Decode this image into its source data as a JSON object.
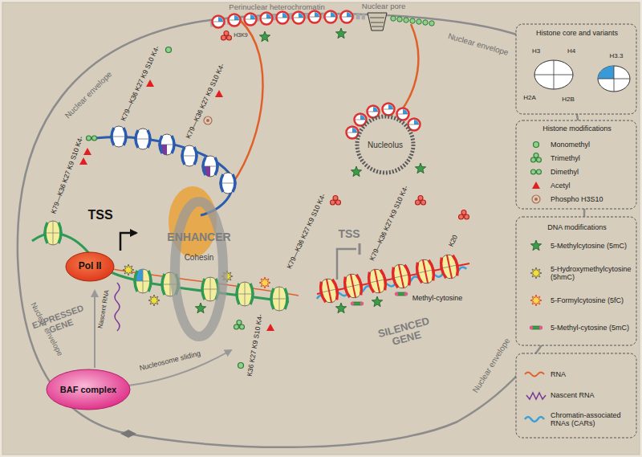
{
  "diagram": {
    "nodes": [
      {
        "text": [
          "Nucleolus"
        ]
      },
      {
        "text": [
          "Pol II"
        ]
      },
      {
        "text": [
          "BAF complex"
        ]
      }
    ],
    "labels": [
      "Nuclear envelope",
      "Nuclear envelope",
      "Nuclear envelope",
      "Nuclear envelope",
      "Perinuclear heterochromatin",
      "Nuclear pore",
      "H3K9",
      "K79—K36 K27 K9 S10 K4-",
      "K79—K36 K27 K9 S10 K4-",
      "K79—K36 K27 K9 S10 K4-",
      "K36 K27 K9 S10 K4-",
      "K79—K36 K27 K9 S10 K4-",
      "K79—K36 K27 K9 S10 K4-",
      "K20",
      "ENHANCER",
      "Cohesin",
      "TSS",
      "EXPRESSED GENE",
      "Nascent RNA",
      "Nucleosome sliding",
      "TSS",
      "SILENCED GENE",
      "Methyl-cytosine",
      "Histone core and variants",
      "H3",
      "H4",
      "H2A",
      "H2B",
      "H3.3",
      "Histone modifications",
      "DNA modifications"
    ],
    "legend": [
      {
        "text": "Monomethyl"
      },
      {
        "text": "Trimethyl"
      },
      {
        "text": "Dimethyl"
      },
      {
        "text": "Acetyl"
      },
      {
        "text": "Phospho H3S10"
      },
      {
        "text": "5-Methylcytosine (5mC)"
      },
      {
        "text": "5-Hydroxymethylcytosine (5hmC)"
      },
      {
        "text": "5-Formylcytosine (5fC)"
      },
      {
        "text": "5-Methyl-cytosine (5mC)"
      },
      {
        "text": "RNA"
      },
      {
        "text": "Nascent RNA"
      },
      {
        "text": "Chromatin-associated RNAs (CARs)"
      }
    ]
  }
}
